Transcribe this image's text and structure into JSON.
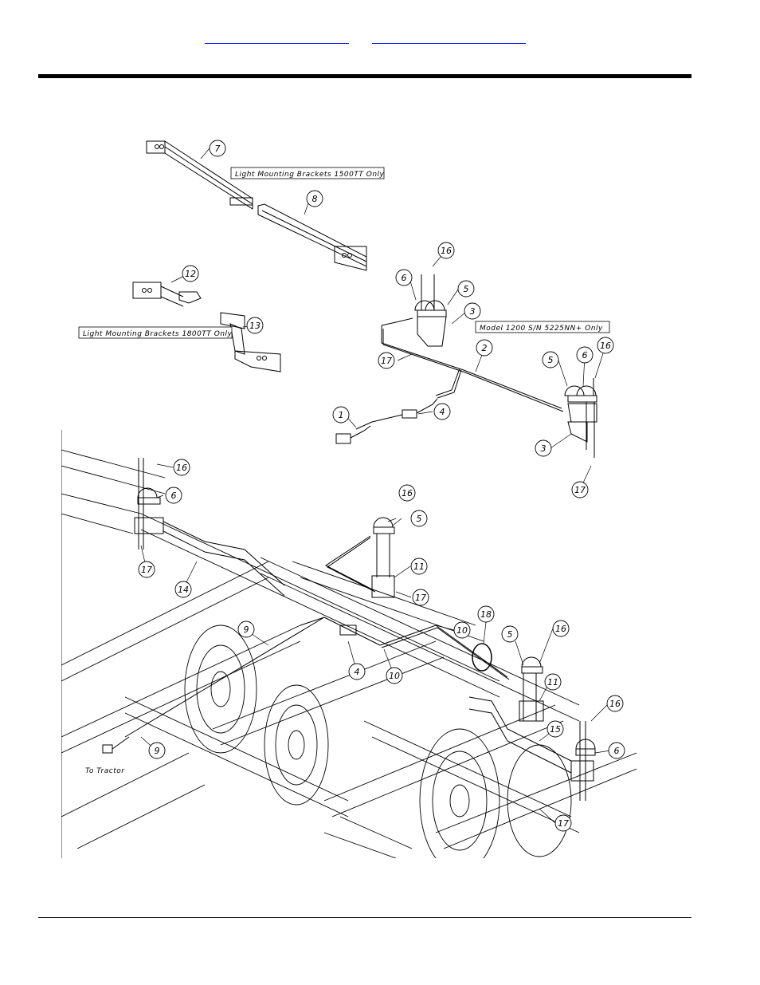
{
  "header": {
    "links": [
      {
        "text": ""
      },
      {
        "text": ""
      }
    ]
  },
  "diagram": {
    "labels": {
      "brackets_1500": "Light Mounting Brackets 1500TT Only",
      "brackets_1800": "Light Mounting Brackets 1800TT Only",
      "model_note": "Model 1200 S/N 5225NN+ Only",
      "to_tractor": "To Tractor"
    },
    "callouts": [
      "7",
      "8",
      "12",
      "13",
      "16",
      "6",
      "5",
      "3",
      "17",
      "2",
      "1",
      "4",
      "5",
      "6",
      "16",
      "3",
      "17",
      "16",
      "6",
      "16",
      "5",
      "17",
      "14",
      "11",
      "17",
      "18",
      "10",
      "9",
      "4",
      "10",
      "5",
      "16",
      "11",
      "9",
      "15",
      "16",
      "6",
      "17"
    ]
  }
}
